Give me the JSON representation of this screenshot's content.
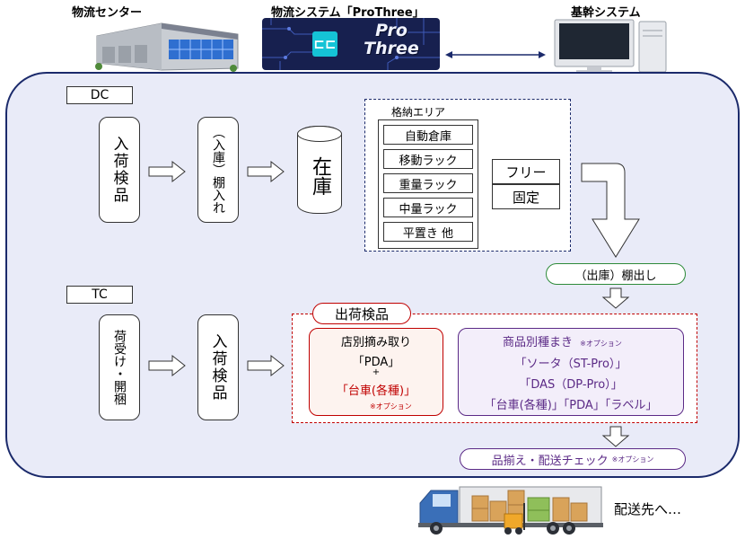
{
  "header": {
    "logistics_center": "物流センター",
    "logistics_system": "物流システム「ProThree」",
    "core_system": "基幹システム",
    "logo_line1": "Pro",
    "logo_line2": "Three"
  },
  "dc": {
    "label": "DC",
    "inspection": "入荷検品",
    "putaway": "（入庫）棚入れ",
    "stock": "在庫",
    "storage_area_title": "格納エリア",
    "storage_items": [
      "自動倉庫",
      "移動ラック",
      "重量ラック",
      "中量ラック",
      "平置き 他"
    ],
    "location_free": "フリー",
    "location_fixed": "固定",
    "picking": "（出庫）棚出し"
  },
  "tc": {
    "label": "TC",
    "receiving": "荷受け・開梱",
    "inspection": "入荷検品"
  },
  "shipping": {
    "title": "出荷検品",
    "store_pick_title": "店別摘み取り",
    "store_pick_pda": "「PDA」",
    "store_pick_plus": "+",
    "store_pick_cart": "「台車(各種)」",
    "store_pick_option": "※オプション",
    "product_dist_title": "商品別種まき",
    "product_dist_option": "※オプション",
    "product_dist_line1": "「ソータ（ST-Pro）」",
    "product_dist_line2": "「DAS（DP-Pro）」",
    "product_dist_line3": "「台車(各種)」「PDA」「ラベル」",
    "final_check": "品揃え・配送チェック",
    "final_check_option": "※オプション"
  },
  "footer": {
    "delivery": "配送先へ…"
  },
  "colors": {
    "panel_bg": "#e9ebf8",
    "panel_border": "#1b2a6b",
    "red": "#c00000",
    "purple": "#5b2a86",
    "green": "#2e8b3a"
  }
}
